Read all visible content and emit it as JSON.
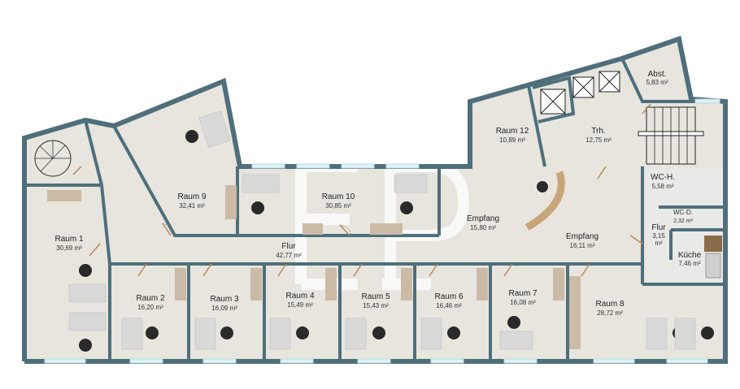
{
  "rooms": {
    "raum1": {
      "name": "Raum 1",
      "area": "30,69 m²"
    },
    "raum2": {
      "name": "Raum 2",
      "area": "16,20 m²"
    },
    "raum3": {
      "name": "Raum 3",
      "area": "16,09 m²"
    },
    "raum4": {
      "name": "Raum 4",
      "area": "15,49 m²"
    },
    "raum5": {
      "name": "Raum 5",
      "area": "15,43 m²"
    },
    "raum6": {
      "name": "Raum 6",
      "area": "16,46 m²"
    },
    "raum7": {
      "name": "Raum 7",
      "area": "16,08 m²"
    },
    "raum8": {
      "name": "Raum 8",
      "area": "28,72 m²"
    },
    "raum9": {
      "name": "Raum 9",
      "area": "32,41 m²"
    },
    "raum10": {
      "name": "Raum 10",
      "area": "30,85 m²"
    },
    "raum12": {
      "name": "Raum 12",
      "area": "10,89 m²"
    },
    "flur": {
      "name": "Flur",
      "area": "42,77 m²"
    },
    "empfang1": {
      "name": "Empfang",
      "area": "15,80 m²"
    },
    "empfang2": {
      "name": "Empfang",
      "area": "16,11 m²"
    },
    "trh": {
      "name": "Trh.",
      "area": "12,75 m²"
    },
    "abst": {
      "name": "Abst.",
      "area": "5,83 m²"
    },
    "wch": {
      "name": "WC-H.",
      "area": "5,58 m²"
    },
    "wcd": {
      "name": "WC-D.",
      "area": "2,32 m²"
    },
    "flur2": {
      "name": "Flur",
      "area": "3,15",
      "unit": "m²"
    },
    "kueche": {
      "name": "Küche",
      "area": "7,46 m²"
    }
  },
  "colors": {
    "wall": "#4e6f7b",
    "floor": "#e7e5de",
    "door": "#b78a5c"
  }
}
